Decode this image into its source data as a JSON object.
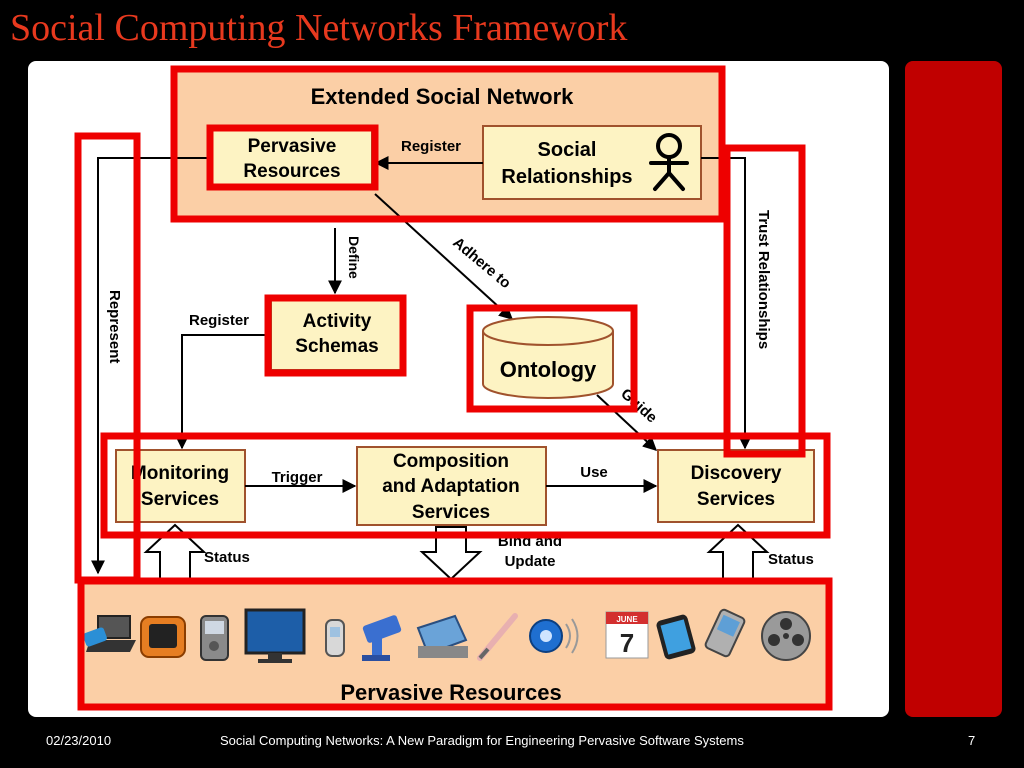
{
  "slide": {
    "title": "Social Computing Networks Framework",
    "footer_date": "02/23/2010",
    "footer_text": "Social Computing Networks: A New Paradigm for Engineering Pervasive Software Systems",
    "page_number": "7"
  },
  "diagram": {
    "extended_network_title": "Extended Social Network",
    "pervasive_resources_line1": "Pervasive",
    "pervasive_resources_line2": "Resources",
    "social_relationships_line1": "Social",
    "social_relationships_line2": "Relationships",
    "activity_schemas_line1": "Activity",
    "activity_schemas_line2": "Schemas",
    "ontology": "Ontology",
    "monitoring_line1": "Monitoring",
    "monitoring_line2": "Services",
    "composition_line1": "Composition",
    "composition_line2": "and Adaptation",
    "composition_line3": "Services",
    "discovery_line1": "Discovery",
    "discovery_line2": "Services",
    "bottom_title": "Pervasive Resources",
    "labels": {
      "register_top": "Register",
      "define": "Define",
      "adhere_to": "Adhere to",
      "register_mid": "Register",
      "represent": "Represent",
      "trust": "Trust Relationships",
      "guide": "Guide",
      "trigger": "Trigger",
      "use": "Use",
      "status_left": "Status",
      "status_right": "Status",
      "bind_line1": "Bind and",
      "bind_line2": "Update"
    },
    "devices": [
      "laptop-icon",
      "tv-icon",
      "phone-icon",
      "monitor-icon",
      "flip-phone-icon",
      "camera-icon",
      "scanner-icon",
      "pen-icon",
      "speaker-icon",
      "calendar-icon",
      "smartphone-icon",
      "slider-phone-icon",
      "film-reel-icon"
    ],
    "calendar_month": "JUNE",
    "calendar_day": "7",
    "colors": {
      "box_fill": "#fdf3c3",
      "box_border": "#a0522d",
      "network_fill": "#fbcfa6",
      "highlight": "#ee0000",
      "title": "#e8391e"
    }
  }
}
